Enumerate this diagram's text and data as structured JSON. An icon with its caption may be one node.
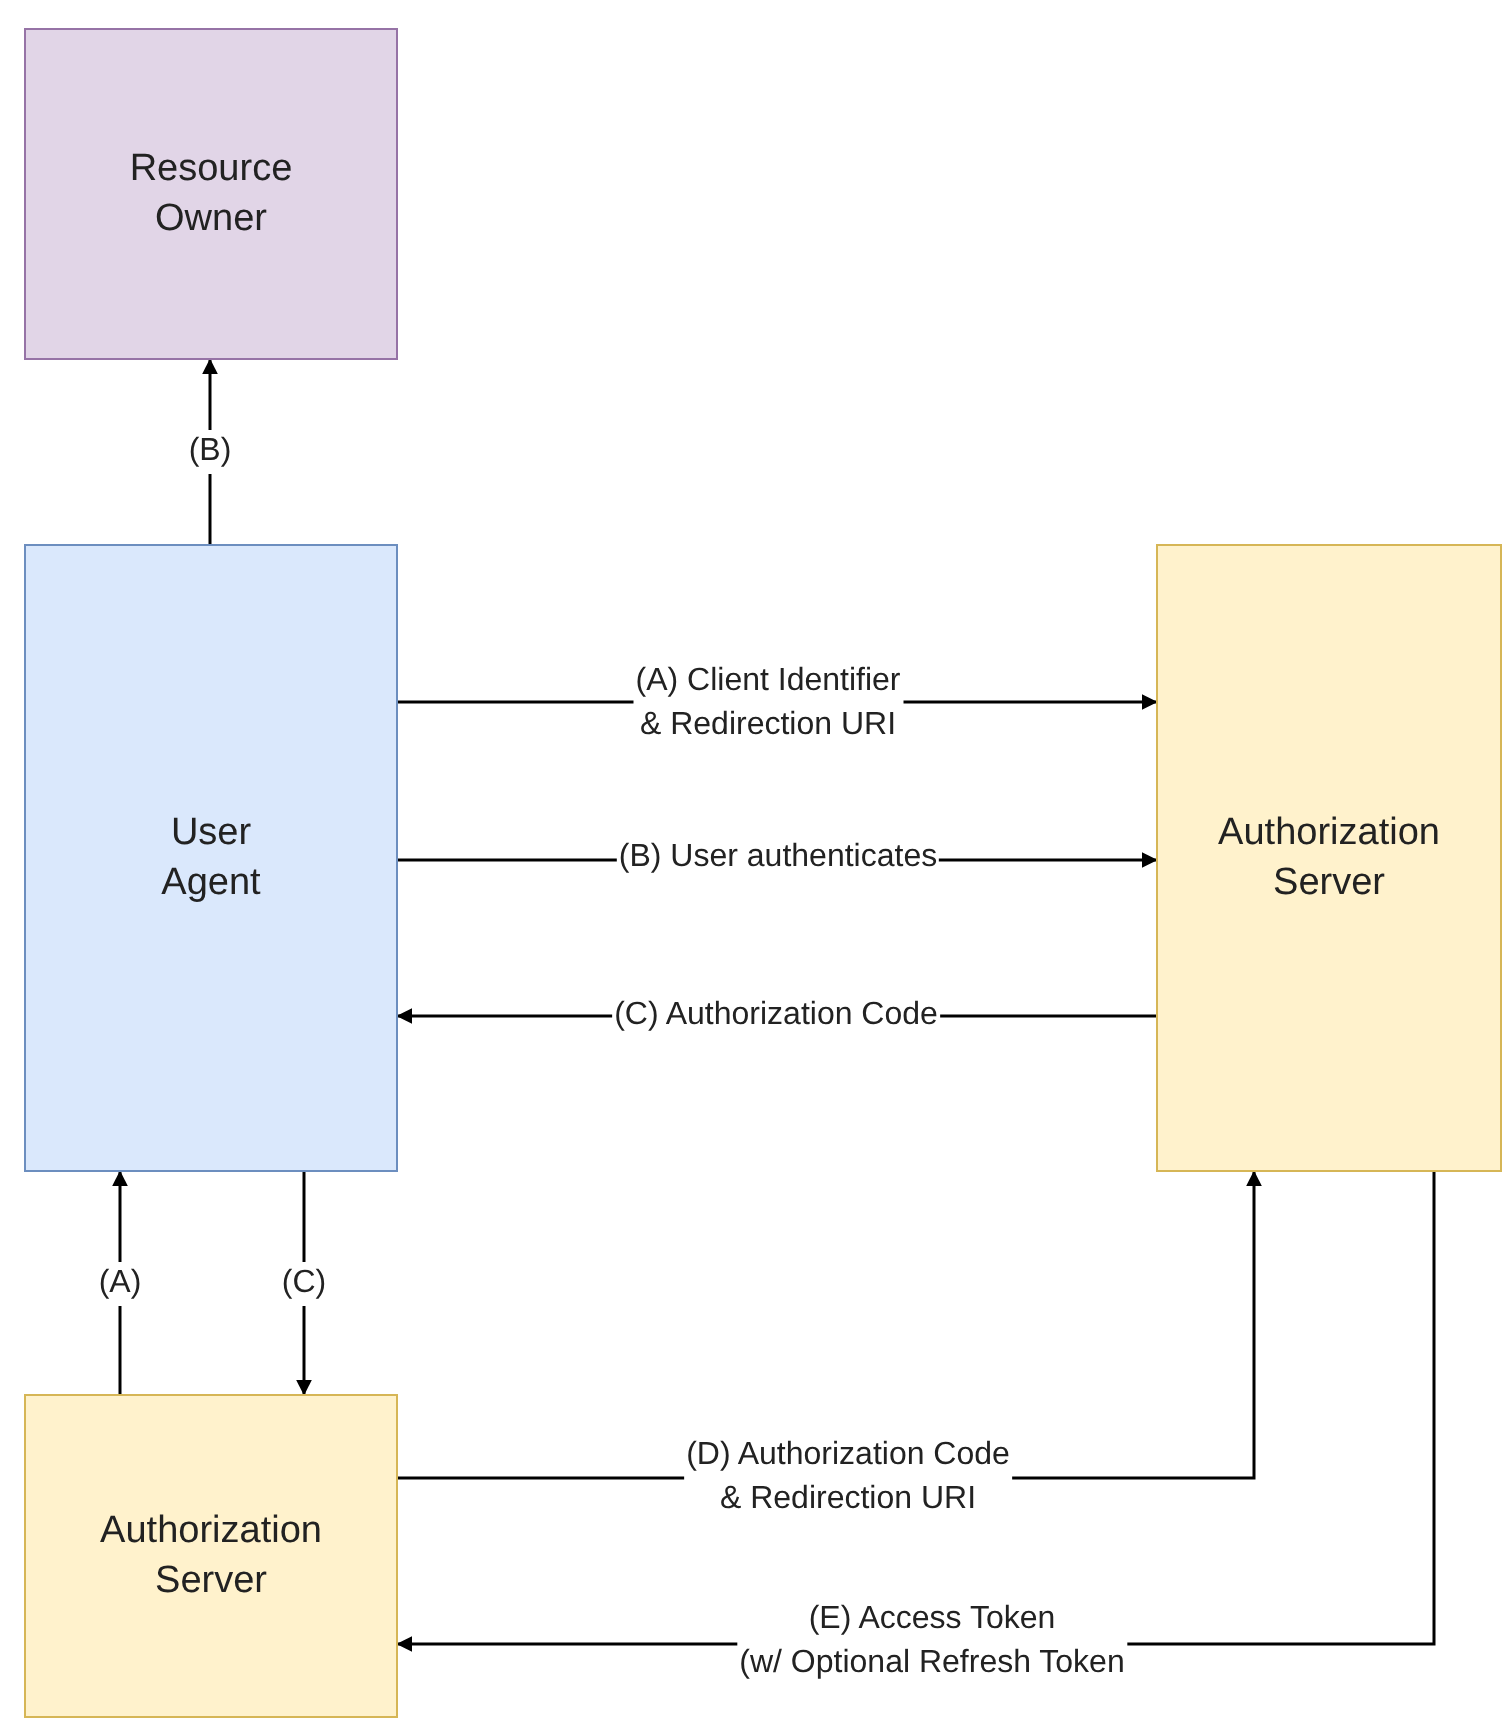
{
  "diagram": {
    "nodes": [
      {
        "text": [
          "Resource Owner"
        ]
      },
      {
        "text": [
          "User Agent"
        ]
      },
      {
        "text": [
          "Authorization Server"
        ]
      },
      {
        "text": [
          "Authorization Server"
        ]
      }
    ],
    "edges": [
      {
        "from": 1,
        "to": 0,
        "arrow": "to",
        "label": "(B)"
      },
      {
        "from": 1,
        "to": 2,
        "arrow": "to",
        "label": "(A) Client Identifier & Redirection URI"
      },
      {
        "from": 1,
        "to": 2,
        "arrow": "to",
        "label": "(B) User authenticates"
      },
      {
        "from": 2,
        "to": 1,
        "arrow": "to",
        "label": "(C) Authorization Code"
      },
      {
        "from": 3,
        "to": 1,
        "arrow": "to",
        "label": "(A)"
      },
      {
        "from": 1,
        "to": 3,
        "arrow": "to",
        "label": "(C)"
      },
      {
        "from": 3,
        "to": 2,
        "arrow": "to",
        "label": "(D) Authorization Code & Redirection URI"
      },
      {
        "from": 2,
        "to": 3,
        "arrow": "to",
        "label": "(E) Access Token (w/ Optional Refresh Token"
      }
    ]
  }
}
